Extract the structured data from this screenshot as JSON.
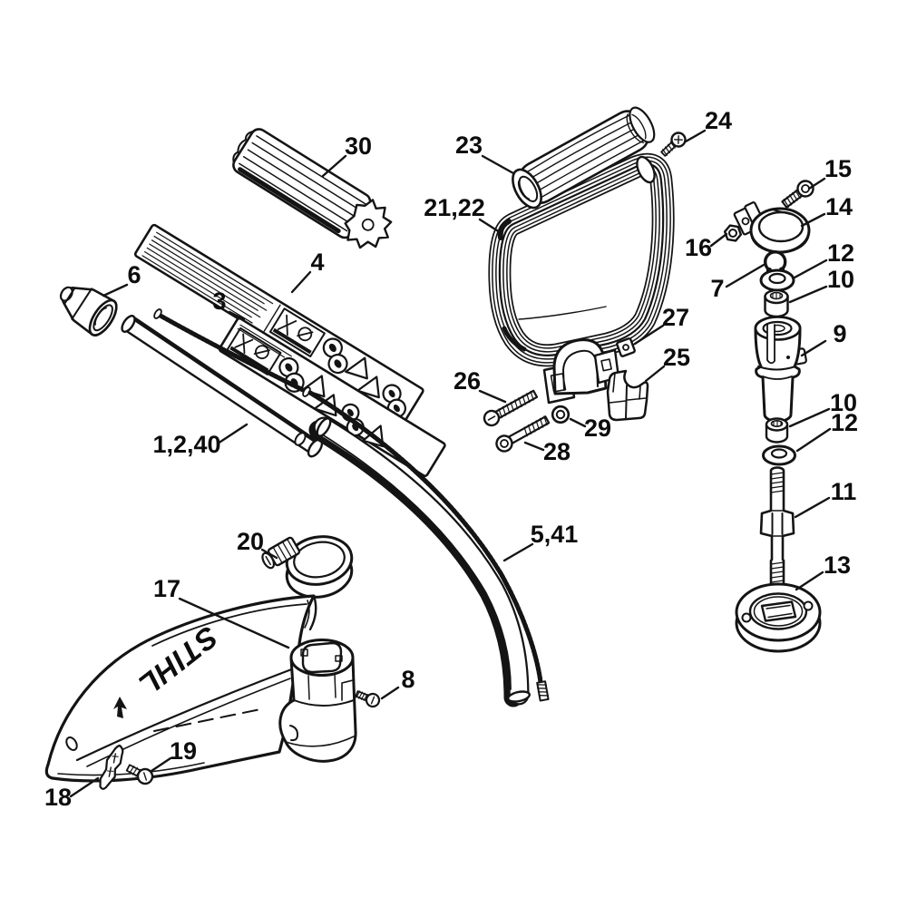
{
  "brand_logo": "STIHL",
  "colors": {
    "line": "#141414",
    "background": "#ffffff"
  },
  "callouts": [
    {
      "part": "foam-grip",
      "label": "30"
    },
    {
      "part": "handle-grip",
      "label": "23"
    },
    {
      "part": "grip-screw",
      "label": "24"
    },
    {
      "part": "loop-handle",
      "label": "21,22"
    },
    {
      "part": "clamp-bolt",
      "label": "15"
    },
    {
      "part": "tube-clamp",
      "label": "14"
    },
    {
      "part": "hex-nut",
      "label": "16"
    },
    {
      "part": "snap-ring",
      "label": "7"
    },
    {
      "part": "washer-upper",
      "label": "12"
    },
    {
      "part": "bushing-upper",
      "label": "10"
    },
    {
      "part": "shaft-sleeve",
      "label": "9"
    },
    {
      "part": "bushing-lower",
      "label": "10"
    },
    {
      "part": "washer-lower",
      "label": "12"
    },
    {
      "part": "output-stud",
      "label": "11"
    },
    {
      "part": "clutch-drum",
      "label": "13"
    },
    {
      "part": "square-nut",
      "label": "27"
    },
    {
      "part": "clamp-block",
      "label": "25"
    },
    {
      "part": "handle-bolt-upper",
      "label": "26"
    },
    {
      "part": "lock-nut",
      "label": "29"
    },
    {
      "part": "handle-bolt-lower",
      "label": "28"
    },
    {
      "part": "end-cap",
      "label": "6"
    },
    {
      "part": "info-label-long",
      "label": "4"
    },
    {
      "part": "info-label-short",
      "label": "3"
    },
    {
      "part": "drive-tube",
      "label": "1,2,40"
    },
    {
      "part": "curved-shaft",
      "label": "5,41"
    },
    {
      "part": "hose-clamp",
      "label": "20"
    },
    {
      "part": "deflector",
      "label": "17"
    },
    {
      "part": "deflector-screw",
      "label": "8"
    },
    {
      "part": "limiter-screw",
      "label": "19"
    },
    {
      "part": "line-limiter",
      "label": "18"
    }
  ]
}
